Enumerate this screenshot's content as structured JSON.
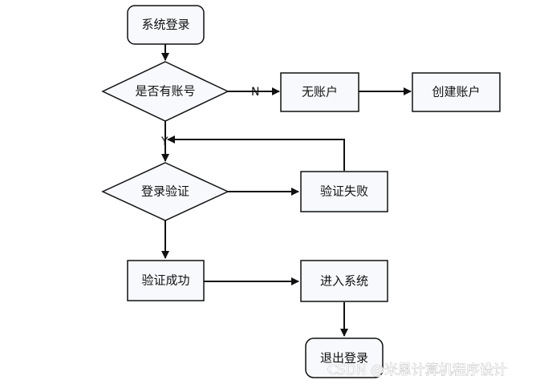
{
  "colors": {
    "node_fill": "#f7f9fc",
    "stroke": "#111111"
  },
  "nodes": {
    "login": "系统登录",
    "has_account": "是否有账号",
    "no_account": "无账户",
    "create_account": "创建账户",
    "verify": "登录验证",
    "verify_fail": "验证失败",
    "verify_success": "验证成功",
    "enter_system": "进入系统",
    "logout": "退出登录"
  },
  "edge_labels": {
    "no": "N",
    "yes": "Y"
  },
  "watermark": "CSDN @米恩计算机程序设计"
}
